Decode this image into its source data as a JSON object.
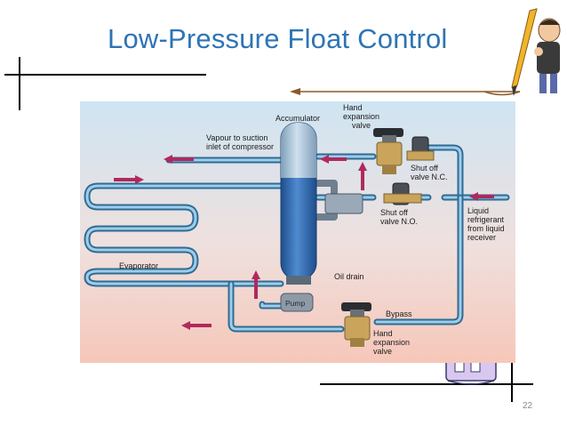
{
  "slide": {
    "title": "Low-Pressure Float Control",
    "page_number": "22"
  },
  "diagram": {
    "labels": {
      "accumulator": "Accumulator",
      "hand_expansion_valve_top": [
        "Hand",
        "expansion",
        "valve"
      ],
      "vapour_to_suction": [
        "Vapour to suction",
        "inlet of compressor"
      ],
      "shut_off_nc": [
        "Shut off",
        "valve N.C."
      ],
      "shut_off_no": [
        "Shut off",
        "valve N.O."
      ],
      "liquid_refrigerant": [
        "Liquid",
        "refrigerant",
        "from liquid",
        "receiver"
      ],
      "evaporator": "Evaporator",
      "oil_drain": "Oil drain",
      "pump": "Pump",
      "bypass": "Bypass",
      "hand_expansion_valve_bottom": [
        "Hand",
        "expansion",
        "valve"
      ]
    },
    "colors": {
      "title": "#2e74b5",
      "pipe": "#3f7fa6",
      "arrow": "#b0295d",
      "accumulator": "#2f6bb5",
      "background_top": "#cfe5f2",
      "background_bottom": "#f6c7b9"
    }
  },
  "decorations": {
    "pen_figure": "cartoon-figure-with-pen",
    "castle_clipart": "castle-clipart"
  }
}
